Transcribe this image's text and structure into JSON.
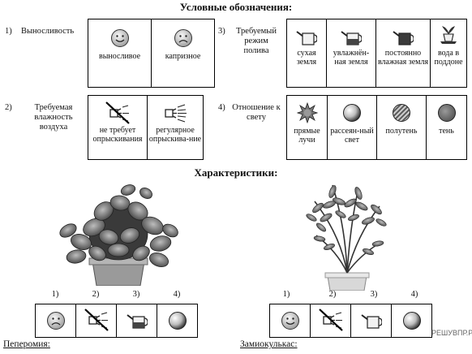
{
  "header": {
    "legend_title": "Условные обозначения:",
    "characteristics_title": "Характеристики:"
  },
  "legend": {
    "endurance": {
      "number": "1)",
      "title": "Выносливость",
      "items": [
        {
          "icon": "smiley-happy-icon",
          "label": "выносливое"
        },
        {
          "icon": "smiley-sad-icon",
          "label": "капризное"
        }
      ]
    },
    "watering": {
      "number": "3)",
      "title": "Требуемый режим полива",
      "items": [
        {
          "icon": "watering-can-empty-icon",
          "label": "сухая земля"
        },
        {
          "icon": "watering-can-half-icon",
          "label": "увлажнён-ная земля"
        },
        {
          "icon": "watering-can-full-icon",
          "label": "постоянно влажная земля"
        },
        {
          "icon": "pot-in-saucer-icon",
          "label": "вода в поддоне"
        }
      ]
    },
    "humidity": {
      "number": "2)",
      "title": "Требуемая влажность воздуха",
      "items": [
        {
          "icon": "spray-crossed-icon",
          "label": "не требует опрыскивания"
        },
        {
          "icon": "spray-icon",
          "label": "регулярное опрыскива-ние"
        }
      ]
    },
    "light": {
      "number": "4)",
      "title": "Отношение к свету",
      "items": [
        {
          "icon": "direct-sun-icon",
          "label": "прямые лучи"
        },
        {
          "icon": "diffused-light-icon",
          "label": "рассеян-ный свет"
        },
        {
          "icon": "partial-shade-icon",
          "label": "полутень"
        },
        {
          "icon": "shade-icon",
          "label": "тень"
        }
      ]
    }
  },
  "plants": [
    {
      "name": "Пеперомия:",
      "column_numbers": [
        "1)",
        "2)",
        "3)",
        "4)"
      ],
      "icons": [
        "smiley-sad-icon",
        "spray-crossed-icon",
        "watering-can-half-icon",
        "diffused-light-icon"
      ]
    },
    {
      "name": "Замиокулькас:",
      "column_numbers": [
        "1)",
        "2)",
        "3)",
        "4)"
      ],
      "icons": [
        "smiley-happy-icon",
        "spray-crossed-icon",
        "watering-can-empty-icon",
        "diffused-light-icon"
      ]
    }
  ],
  "watermark": "РЕШУВПР.РФ"
}
